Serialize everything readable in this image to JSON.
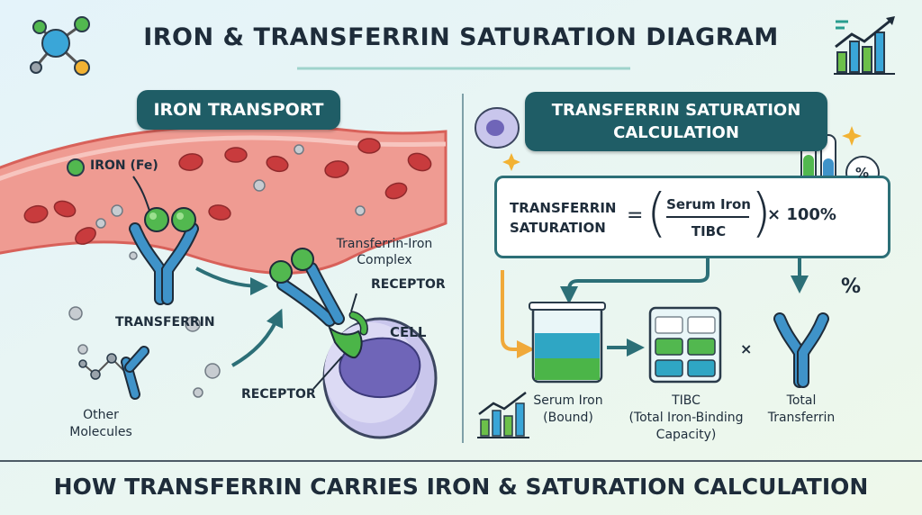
{
  "title": "IRON & TRANSFERRIN SATURATION DIAGRAM",
  "footer": "HOW TRANSFERRIN CARRIES IRON & SATURATION CALCULATION",
  "left_panel": {
    "heading": "IRON TRANSPORT",
    "iron_label": "IRON (Fe)",
    "transferrin_label": "TRANSFERRIN",
    "complex_label_line1": "Transferrin-Iron",
    "complex_label_line2": "Complex",
    "receptor_top_label": "RECEPTOR",
    "receptor_bottom_label": "RECEPTOR",
    "cell_label": "CELL",
    "other_molecules_line1": "Other",
    "other_molecules_line2": "Molecules"
  },
  "right_panel": {
    "heading_line1": "TRANSFERRIN SATURATION",
    "heading_line2": "CALCULATION",
    "formula": {
      "left_line1": "TRANSFERRIN",
      "left_line2": "SATURATION",
      "equals": "=",
      "numerator": "Serum Iron",
      "denominator": "TIBC",
      "multiplier": "× 100%"
    },
    "serum_iron_line1": "Serum Iron",
    "serum_iron_line2": "(Bound)",
    "tibc_line1": "TIBC",
    "tibc_line2": "(Total Iron-Binding",
    "tibc_line3": "Capacity)",
    "times_symbol": "×",
    "total_transferrin_line1": "Total",
    "total_transferrin_line2": "Transferrin",
    "percent_symbol": "%"
  },
  "colors": {
    "vessel": "#ef9b92",
    "vessel_edge": "#d8615a",
    "blood_cell": "#c83b3d",
    "iron": "#52b84f",
    "transferrin": "#3f93c9",
    "receptor": "#4bb548",
    "cell": "#c9c6ec",
    "nucleus": "#6f65b8",
    "panel_heading": "#1f5d66",
    "arrow": "#2c6f77",
    "orange_arrow": "#f0a93a"
  }
}
